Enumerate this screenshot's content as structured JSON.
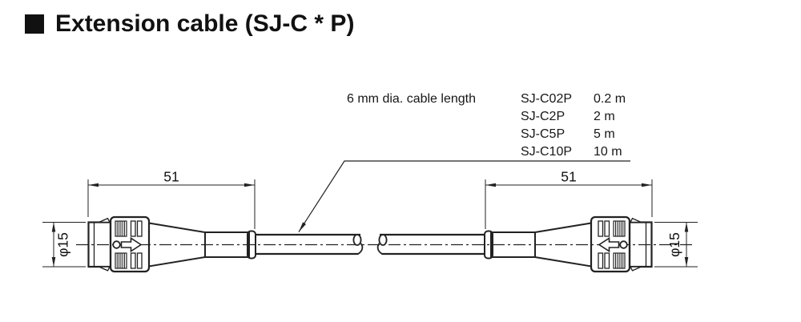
{
  "header": {
    "title": "Extension cable (SJ-C * P)"
  },
  "diagram": {
    "note": "6 mm dia. cable length",
    "models": [
      {
        "model": "SJ-C02P",
        "cable_length": "0.2 m"
      },
      {
        "model": "SJ-C2P",
        "cable_length": "2 m"
      },
      {
        "model": "SJ-C5P",
        "cable_length": "5 m"
      },
      {
        "model": "SJ-C10P",
        "cable_length": "10 m"
      }
    ],
    "dimensions": {
      "left_length": "51",
      "right_length": "51",
      "left_diameter": "φ15",
      "right_diameter": "φ15"
    }
  },
  "colors": {
    "line": "#222222",
    "text": "#111111",
    "background": "#ffffff"
  }
}
